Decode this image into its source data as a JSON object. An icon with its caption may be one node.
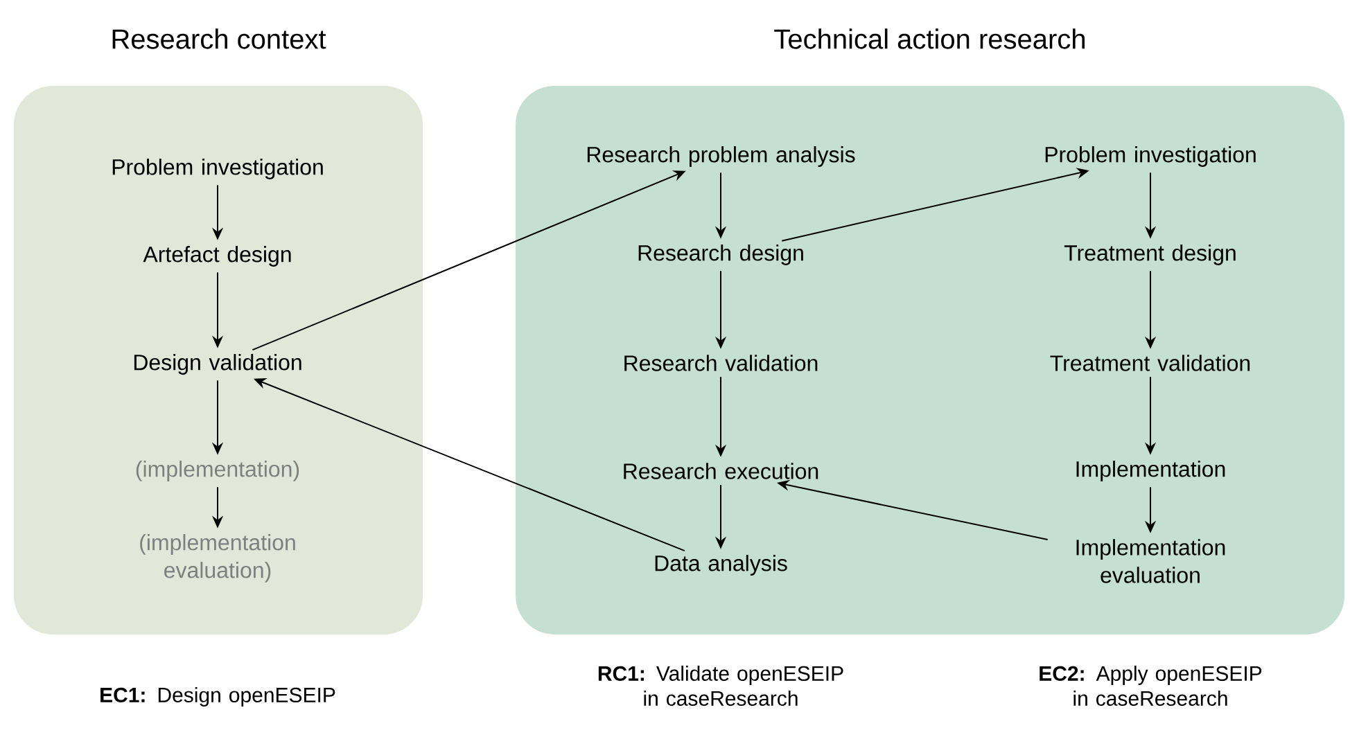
{
  "diagram": {
    "nodes": [
      {
        "text": [
          "Research context"
        ]
      },
      {
        "text": [
          "Technical action research"
        ]
      },
      {
        "text": [
          "Problem investigation"
        ],
        "in": 0
      },
      {
        "text": [
          "Artefact design"
        ],
        "in": 0
      },
      {
        "text": [
          "Design validation"
        ],
        "in": 0
      },
      {
        "text": [
          "(implementation)"
        ],
        "in": 0
      },
      {
        "text": [
          "(implementation evaluation)"
        ],
        "in": 0
      },
      {
        "text": [
          "Research problem analysis"
        ],
        "in": 1
      },
      {
        "text": [
          "Research design"
        ],
        "in": 1
      },
      {
        "text": [
          "Research validation"
        ],
        "in": 1
      },
      {
        "text": [
          "Research execution"
        ],
        "in": 1
      },
      {
        "text": [
          "Data analysis"
        ],
        "in": 1
      },
      {
        "text": [
          "Problem investigation"
        ],
        "in": 1
      },
      {
        "text": [
          "Treatment design"
        ],
        "in": 1
      },
      {
        "text": [
          "Treatment validation"
        ],
        "in": 1
      },
      {
        "text": [
          "Implementation"
        ],
        "in": 1
      },
      {
        "text": [
          "Implementation evaluation"
        ],
        "in": 1
      }
    ],
    "edges": [
      {
        "from": 2,
        "to": 3,
        "arrow": "to"
      },
      {
        "from": 3,
        "to": 4,
        "arrow": "to"
      },
      {
        "from": 4,
        "to": 5,
        "arrow": "to"
      },
      {
        "from": 5,
        "to": 6,
        "arrow": "to"
      },
      {
        "from": 4,
        "to": 7,
        "arrow": "to"
      },
      {
        "from": 11,
        "to": 4,
        "arrow": "to"
      },
      {
        "from": 7,
        "to": 8,
        "arrow": "to"
      },
      {
        "from": 8,
        "to": 9,
        "arrow": "to"
      },
      {
        "from": 9,
        "to": 10,
        "arrow": "to"
      },
      {
        "from": 10,
        "to": 11,
        "arrow": "to"
      },
      {
        "from": 8,
        "to": 12,
        "arrow": "to"
      },
      {
        "from": 12,
        "to": 13,
        "arrow": "to"
      },
      {
        "from": 13,
        "to": 14,
        "arrow": "to"
      },
      {
        "from": 14,
        "to": 15,
        "arrow": "to"
      },
      {
        "from": 15,
        "to": 16,
        "arrow": "to"
      },
      {
        "from": 16,
        "to": 10,
        "arrow": "to"
      }
    ],
    "labels": [
      "**EC1:** Design openESEIP",
      "**RC1:** Validate openESEIP in caseResearch",
      "**EC2:** Apply openESEIP in caseResearch"
    ]
  }
}
